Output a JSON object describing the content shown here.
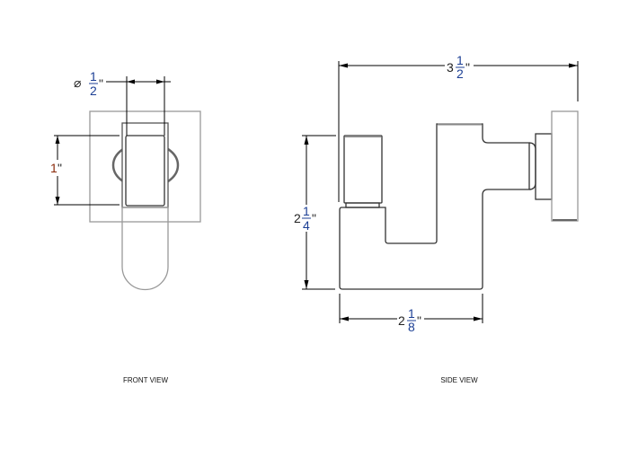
{
  "front_view": {
    "label": "FRONT VIEW",
    "diameter_dim": {
      "symbol": "⌀",
      "numerator": "1",
      "denominator": "2",
      "unit": "\""
    },
    "height_dim": {
      "whole": "1",
      "unit": "\""
    }
  },
  "side_view": {
    "label": "SIDE VIEW",
    "overall_width_dim": {
      "whole": "3",
      "numerator": "1",
      "denominator": "2",
      "unit": "\""
    },
    "height_dim": {
      "whole": "2",
      "numerator": "1",
      "denominator": "4",
      "unit": "\""
    },
    "base_width_dim": {
      "whole": "2",
      "numerator": "1",
      "denominator": "8",
      "unit": "\""
    }
  }
}
